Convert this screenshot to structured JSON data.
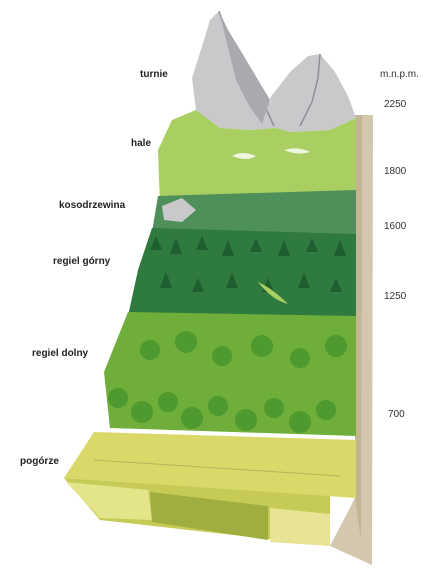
{
  "diagram": {
    "zones": {
      "turnie": "turnie",
      "hale": "hale",
      "kosodrzewina": "kosodrzewina",
      "regiel_gorny": "regiel górny",
      "regiel_dolny": "regiel dolny",
      "pogorze": "pogórze"
    },
    "altitude_unit": "m.n.p.m.",
    "altitudes": {
      "a2250": "2250",
      "a1800": "1800",
      "a1600": "1600",
      "a1250": "1250",
      "a700": "700"
    },
    "colors": {
      "rock": "#c9c9cc",
      "rock_shadow": "#a9a9ae",
      "meadow": "#a9cf63",
      "dwarf_pine": "#4f8f5a",
      "upper_forest": "#2f7a3f",
      "lower_forest": "#6fae3b",
      "foothills": "#d9d96a",
      "soil_side": "#d3c7ad"
    }
  }
}
